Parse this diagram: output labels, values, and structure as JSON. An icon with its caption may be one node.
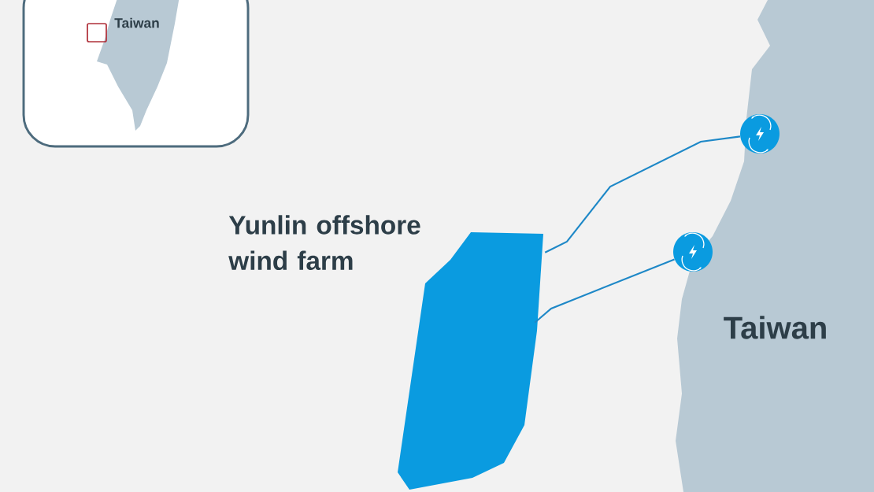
{
  "diagram": {
    "nodes": [
      {
        "text": [
          "Yunlin offshore wind farm"
        ]
      },
      {
        "text": [],
        "shape": "circle"
      },
      {
        "text": [],
        "shape": "circle"
      }
    ],
    "edges": [
      {
        "from": 0,
        "to": 1,
        "arrow": "none"
      },
      {
        "from": 0,
        "to": 2,
        "arrow": "none"
      }
    ],
    "labels": [
      "Taiwan",
      "Taiwan"
    ]
  }
}
